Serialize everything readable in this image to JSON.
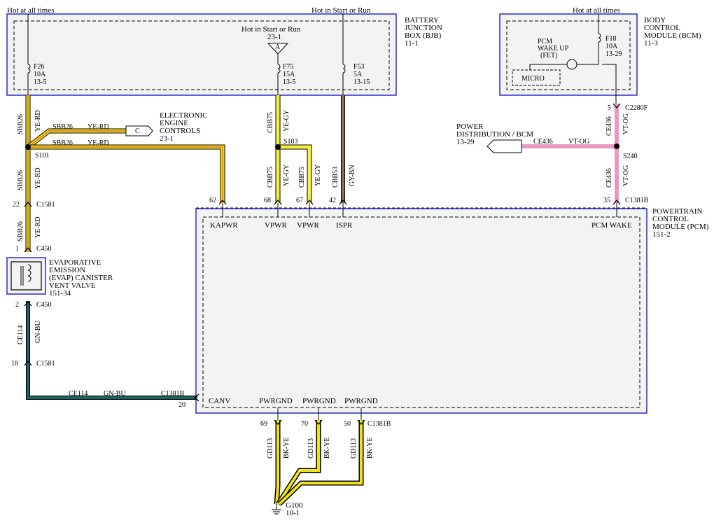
{
  "header": {
    "hot_always_left": "Hot at all times",
    "hot_start_run_top": "Hot in Start or Run",
    "hot_always_right": "Hot at all times"
  },
  "bjb": {
    "name_lines": [
      "BATTERY",
      "JUNCTION",
      "BOX (BJB)",
      "11-1"
    ],
    "hot_start_run": "Hot in Start or Run",
    "ref": "23-1",
    "ref_letter": "A",
    "fuses": [
      {
        "id": "F26",
        "amps": "10A",
        "ref": "13-5"
      },
      {
        "id": "F75",
        "amps": "15A",
        "ref": "13-5"
      },
      {
        "id": "F53",
        "amps": "5A",
        "ref": "13-15"
      }
    ]
  },
  "bcm": {
    "name_lines": [
      "BODY",
      "CONTROL",
      "MODULE (BCM)",
      "11-3"
    ],
    "pcm_wake_lines": [
      "PCM",
      "WAKE UP",
      "(FET)"
    ],
    "micro": "MICRO",
    "fuse": {
      "id": "F18",
      "amps": "10A",
      "ref": "13-29"
    }
  },
  "ece": {
    "name_lines": [
      "ELECTRONIC",
      "ENGINE",
      "CONTROLS",
      "23-1"
    ],
    "connector_letter": "C"
  },
  "power_dist": {
    "name_lines": [
      "POWER",
      "DISTRIBUTION / BCM",
      "13-29"
    ]
  },
  "pcm": {
    "name_lines": [
      "POWERTRAIN",
      "CONTROL",
      "MODULE (PCM)",
      "151-2"
    ],
    "pins": {
      "kapwr": "KAPWR",
      "vpwr1": "VPWR",
      "vpwr2": "VPWR",
      "ispr": "ISPR",
      "pcm_wake": "PCM WAKE",
      "canv": "CANV",
      "pwrgnd1": "PWRGND",
      "pwrgnd2": "PWRGND",
      "pwrgnd3": "PWRGND"
    },
    "pin_numbers": {
      "kapwr": "62",
      "vpwr1": "68",
      "vpwr2": "67",
      "ispr": "42",
      "pcm_wake": "35",
      "canv": "20",
      "gnd1": "69",
      "gnd2": "70",
      "gnd3": "50"
    },
    "connector_c1381b": "C1381B"
  },
  "evap": {
    "name_lines": [
      "EVAPORATIVE",
      "EMISSION",
      "(EVAP) CANISTER",
      "VENT VALVE",
      "151-34"
    ]
  },
  "connectors": {
    "c1581_top": {
      "pin": "22",
      "id": "C1581"
    },
    "c450_top": {
      "pin": "1",
      "id": "C450"
    },
    "c450_bottom": {
      "pin": "2",
      "id": "C450"
    },
    "c1581_bottom": {
      "pin": "18",
      "id": "C1581"
    },
    "c2280f": {
      "pin": "5",
      "id": "C2280F"
    },
    "c1381b_wake": {
      "pin": "35",
      "id": "C1381B"
    },
    "c1381b_canv": "C1381B",
    "c1381b_gnd": "C1381B"
  },
  "splices": {
    "s101": "S101",
    "s103": "S103",
    "s240": "S240"
  },
  "ground": {
    "id": "G100",
    "ref": "10-1"
  },
  "wires": {
    "sbb26": "SBB26",
    "ye_rd": "YE-RD",
    "cbb75": "CBB75",
    "ye_gy": "YE-GY",
    "cbb53": "CBB53",
    "gy_bn": "GY-BN",
    "ce436": "CE436",
    "vt_og": "VT-OG",
    "ce114": "CE114",
    "gn_bu": "GN-BU",
    "gd113": "GD113",
    "bk_ye": "BK-YE"
  },
  "colors": {
    "module_border": "#2a2ad0",
    "ye_rd_main": "#f2e21a",
    "ye_rd_stripe": "#e07818",
    "ye_gy": "#f6ef3c",
    "gy_bn": "#8a7a6a",
    "vt_og": "#e79ac0",
    "gn_bu": "#1a6a3a",
    "bk_ye": "#f2e21a"
  }
}
